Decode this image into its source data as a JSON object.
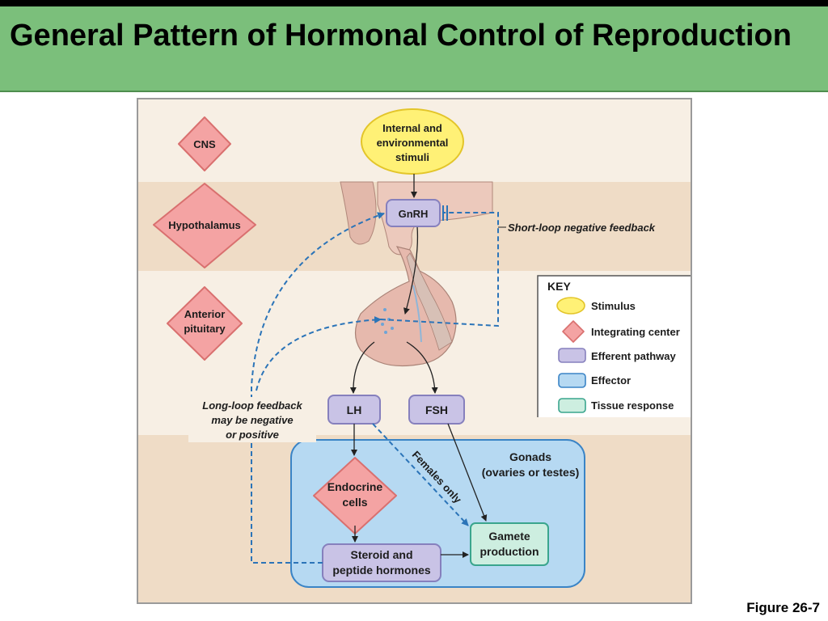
{
  "slide": {
    "title": "General Pattern of Hormonal Control of Reproduction",
    "figure_label": "Figure 26-7"
  },
  "diagram": {
    "levels": {
      "cns": "CNS",
      "hypothalamus": "Hypothalamus",
      "anterior_pituitary": [
        "Anterior",
        "pituitary"
      ]
    },
    "stimulus": [
      "Internal and",
      "environmental",
      "stimuli"
    ],
    "gnrh": "GnRH",
    "lh": "LH",
    "fsh": "FSH",
    "short_loop": "Short-loop negative feedback",
    "long_loop": [
      "Long-loop feedback",
      "may be negative",
      "or positive"
    ],
    "gonads": [
      "Gonads",
      "(ovaries or testes)"
    ],
    "endocrine": [
      "Endocrine",
      "cells"
    ],
    "steroid": [
      "Steroid and",
      "peptide hormones"
    ],
    "gamete": [
      "Gamete",
      "production"
    ],
    "females_only": "Females only",
    "key": {
      "title": "KEY",
      "items": [
        "Stimulus",
        "Integrating center",
        "Efferent pathway",
        "Effector",
        "Tissue response"
      ]
    }
  },
  "colors": {
    "stimulus": "#fff176",
    "integrating": "#f4a3a3",
    "efferent": "#c9c3e6",
    "effector": "#b6d9f2",
    "tissue": "#cdeee0",
    "feedback": "#2b74b8",
    "title_bar": "#7bbf7b"
  }
}
